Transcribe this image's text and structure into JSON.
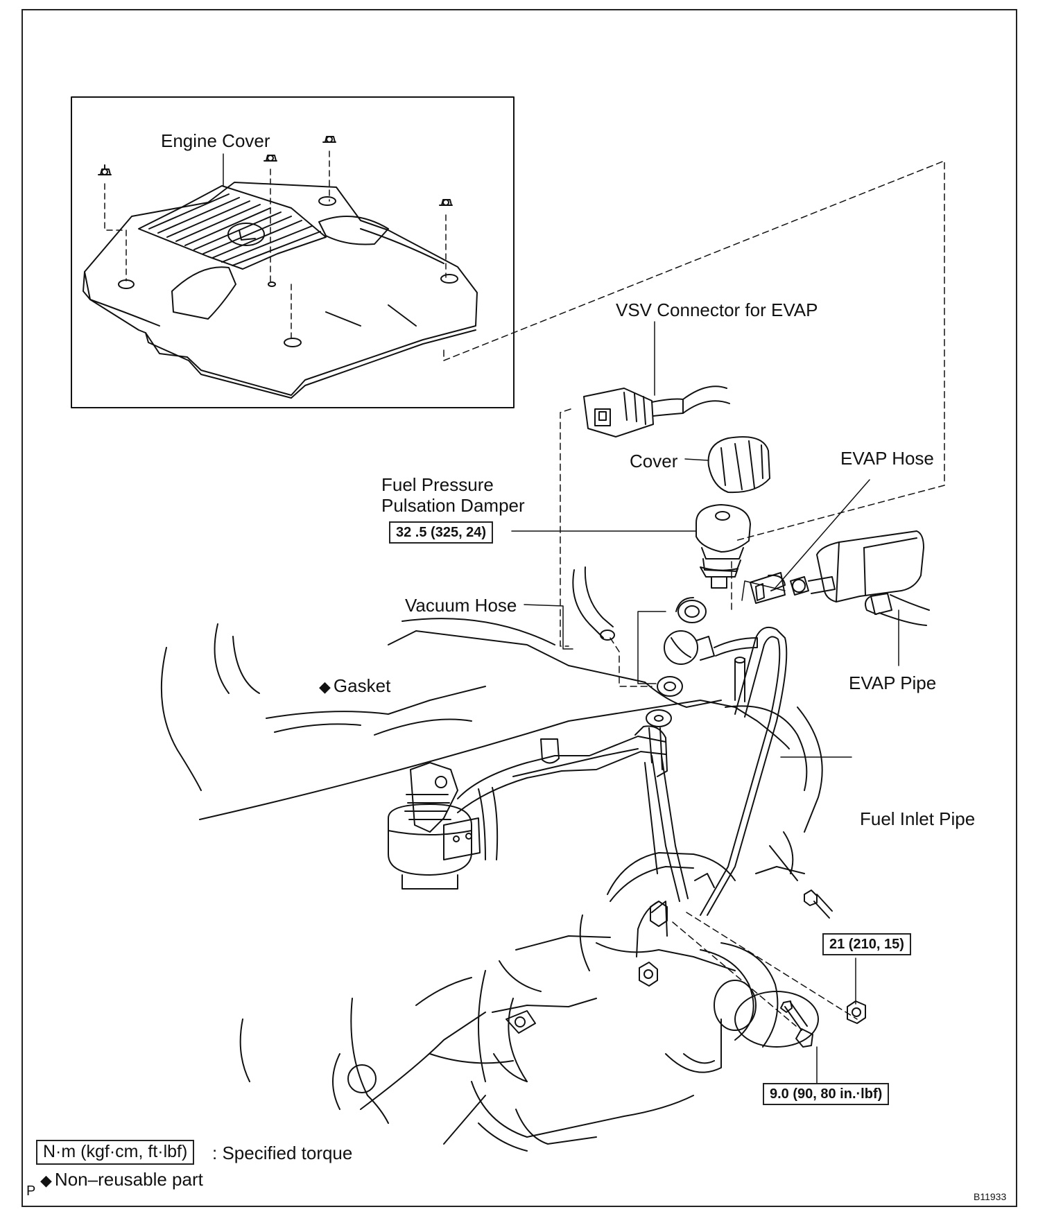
{
  "inset": {
    "engine_cover_label": "Engine Cover"
  },
  "labels": {
    "vsv_connector": "VSV Connector for EVAP",
    "cover": "Cover",
    "evap_hose": "EVAP Hose",
    "fuel_pressure_line1": "Fuel Pressure",
    "fuel_pressure_line2": "Pulsation Damper",
    "vacuum_hose": "Vacuum Hose",
    "gasket": "Gasket",
    "evap_pipe": "EVAP Pipe",
    "fuel_inlet_pipe": "Fuel Inlet Pipe"
  },
  "torques": {
    "damper": "32 .5 (325, 24)",
    "nut": "21 (210, 15)",
    "bolt": "9.0 (90, 80 in.·lbf)"
  },
  "legend": {
    "unit_box": "N·m (kgf·cm, ft·lbf)",
    "unit_desc": ": Specified torque",
    "nonreusable_symbol": "◆",
    "nonreusable_desc": "Non–reusable part"
  },
  "corner": {
    "left_mark": "P",
    "figure_id": "B11933"
  }
}
